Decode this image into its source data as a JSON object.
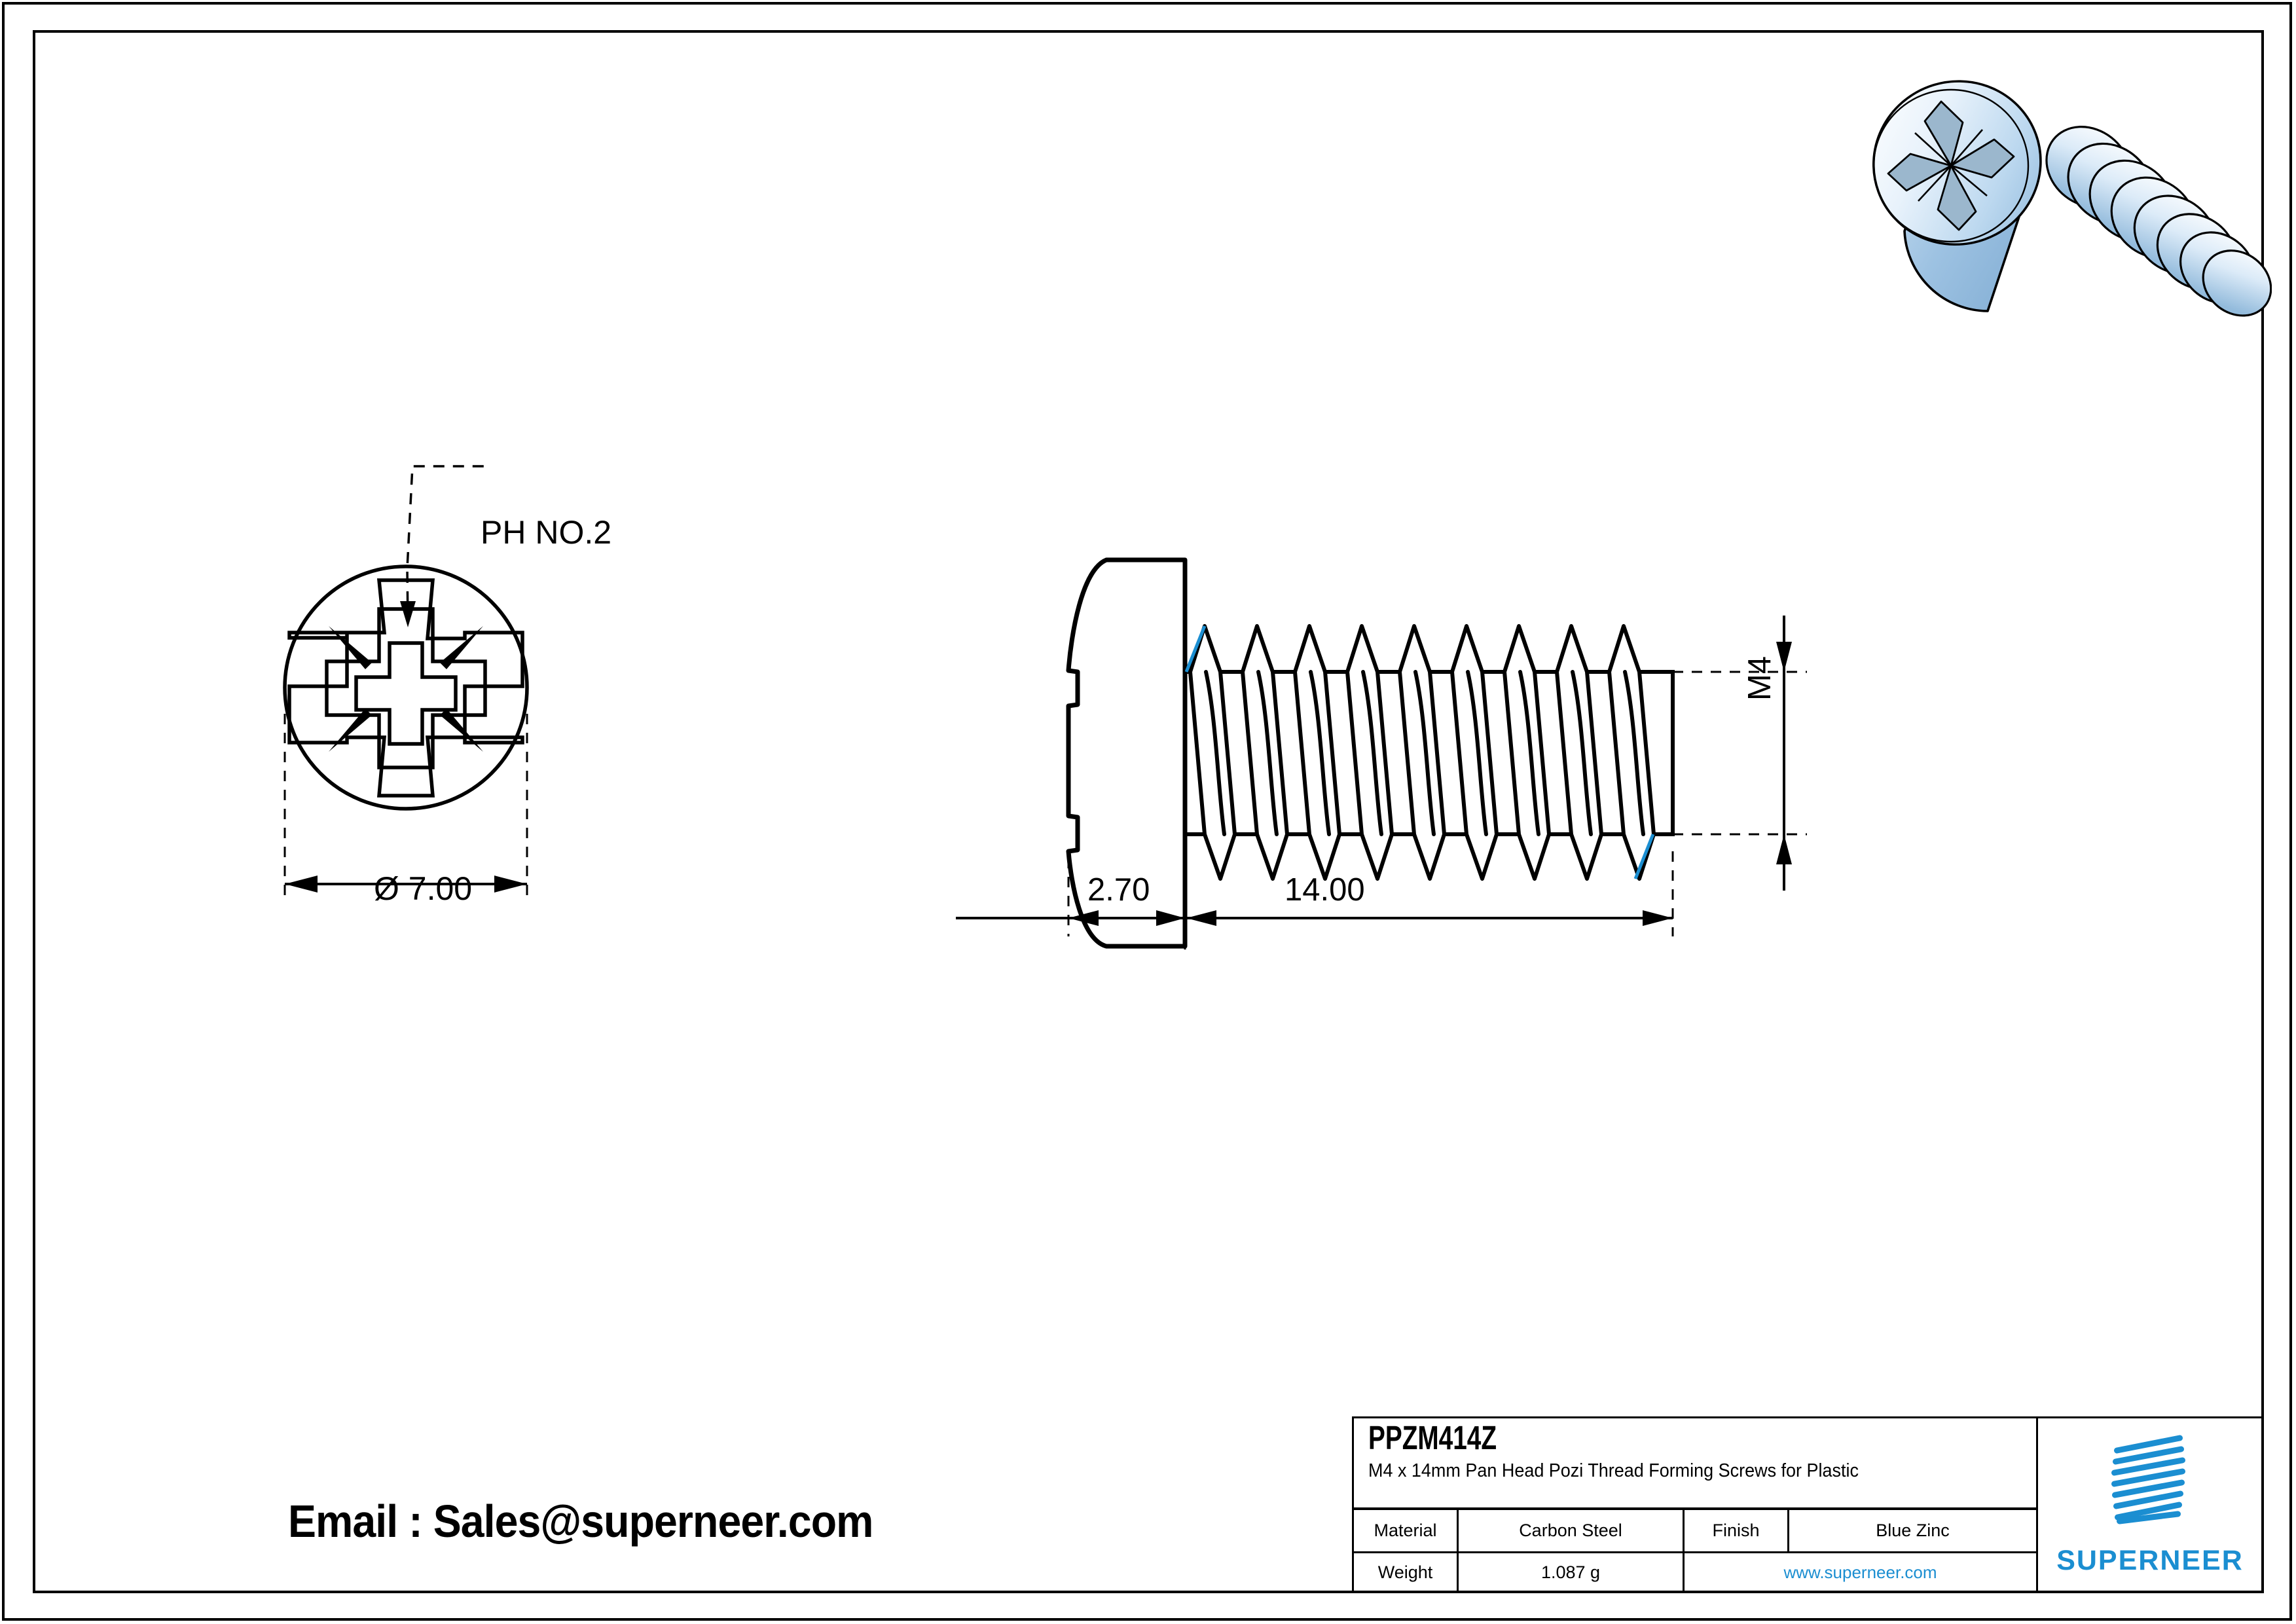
{
  "drawing": {
    "front_view": {
      "callout_label": "PH NO.2",
      "diameter_label": "Ø 7.00"
    },
    "side_view": {
      "head_height_label": "2.70",
      "length_label": "14.00",
      "thread_size_label": "M4"
    }
  },
  "contact": {
    "email_text": "Email : Sales@superneer.com"
  },
  "title_block": {
    "part_code": "PPZM414Z",
    "description": "M4 x 14mm Pan Head Pozi Thread Forming Screws for Plastic",
    "material_label": "Material",
    "material_value": "Carbon Steel",
    "finish_label": "Finish",
    "finish_value": "Blue Zinc",
    "weight_label": "Weight",
    "weight_value": "1.087 g",
    "website": "www.superneer.com",
    "brand_name": "SUPERNEER",
    "brand_color": "#1b8ed1"
  }
}
